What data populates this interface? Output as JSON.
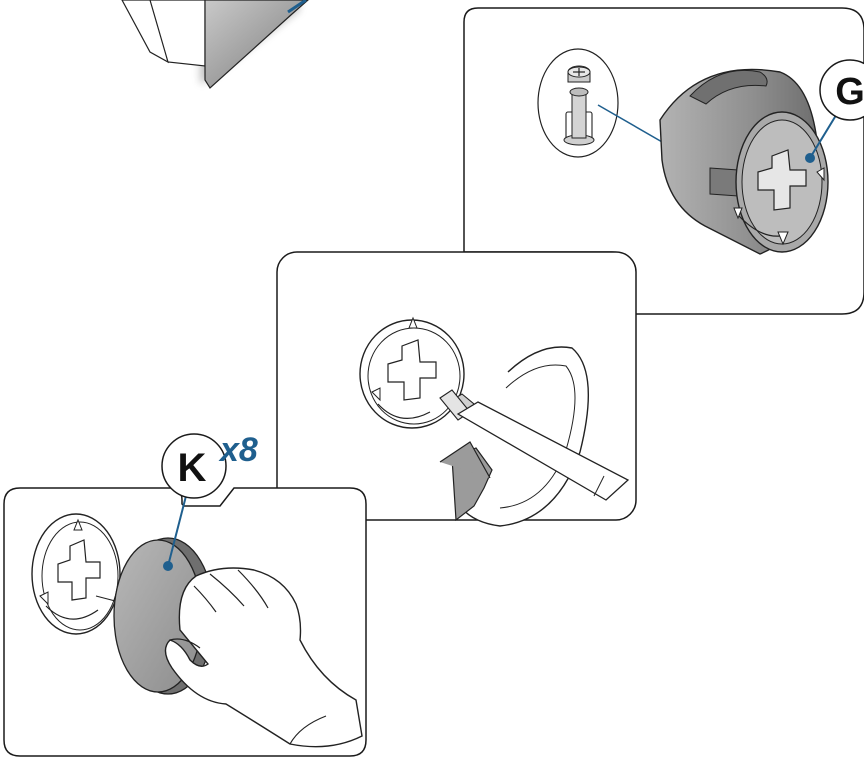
{
  "steps": {
    "cam_lock": {
      "part_label": "G"
    },
    "turn_screwdriver": {},
    "cover_cap": {
      "part_label": "K",
      "quantity": "x8"
    }
  },
  "colors": {
    "callout_blue": "#1f5f8e",
    "part_gray": "#9b9b9b",
    "panel_border": "#1a1a1a",
    "background": "#ffffff"
  }
}
